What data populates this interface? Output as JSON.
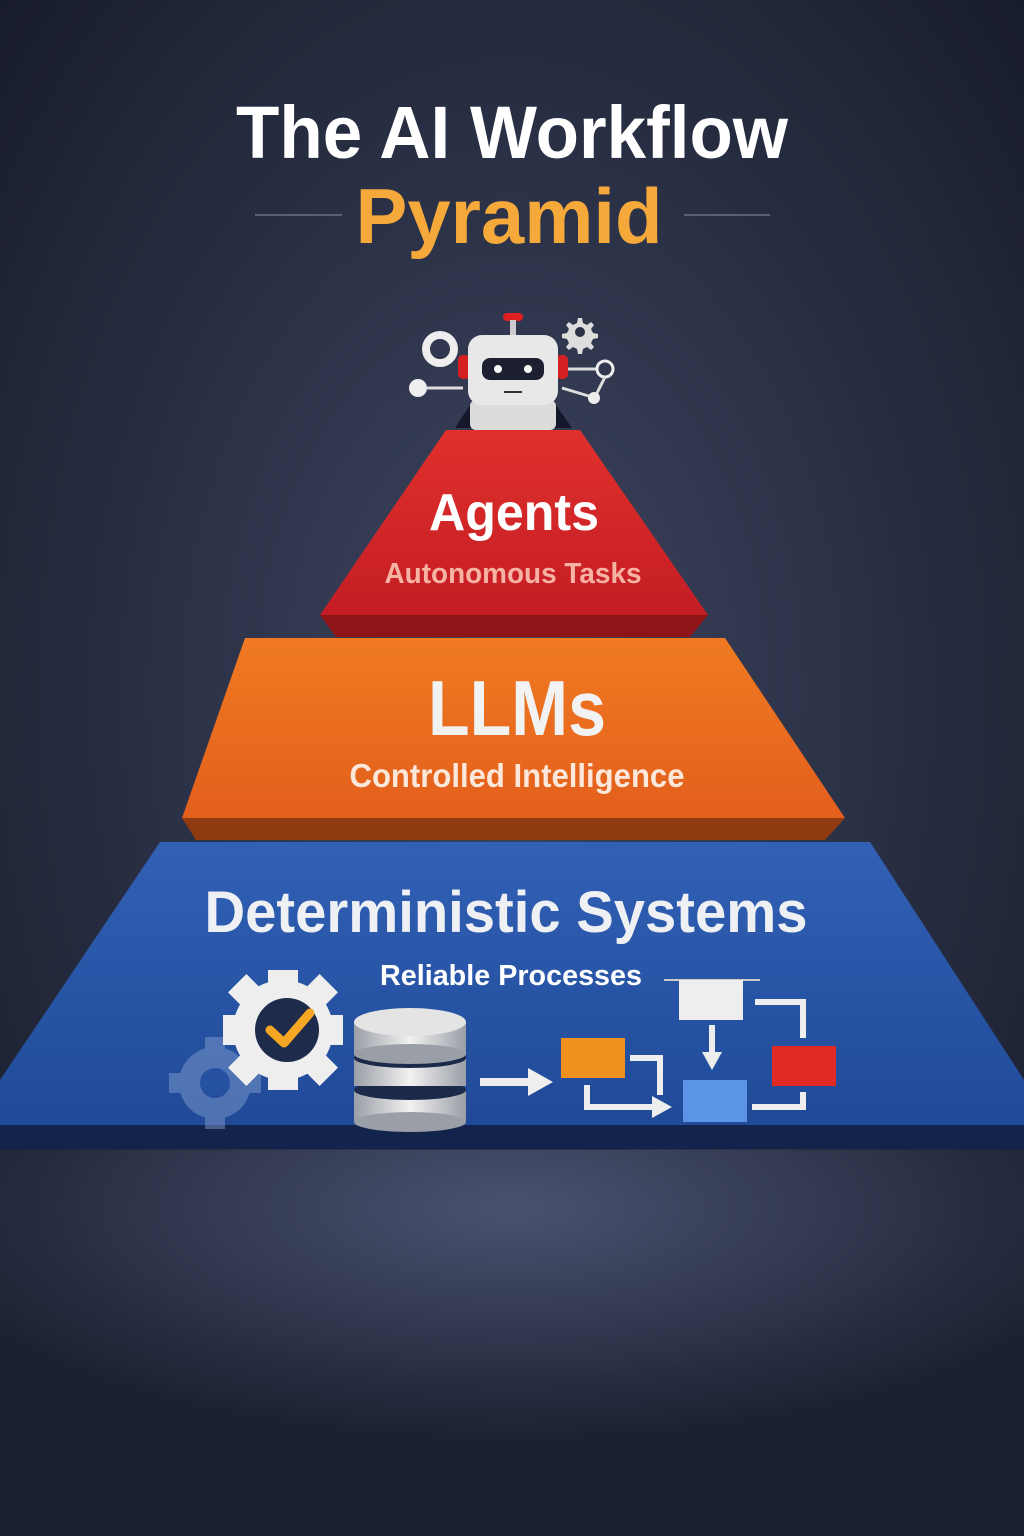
{
  "title": {
    "line1": "The AI Workflow",
    "line2": "Pyramid"
  },
  "tiers": [
    {
      "label": "Agents",
      "subtitle": "Autonomous Tasks",
      "color": "#d9232a"
    },
    {
      "label": "LLMs",
      "subtitle": "Controlled Intelligence",
      "color": "#ea6a1e"
    },
    {
      "label": "Deterministic Systems",
      "subtitle": "Reliable Processes",
      "color": "#2a56a8"
    }
  ],
  "colors": {
    "accent": "#f5a93a",
    "background": "#262c40"
  },
  "icons": [
    "robot-icon",
    "gear-icon",
    "checkmark-gear-icon",
    "database-icon",
    "arrow-right-icon",
    "flowchart-icon"
  ]
}
